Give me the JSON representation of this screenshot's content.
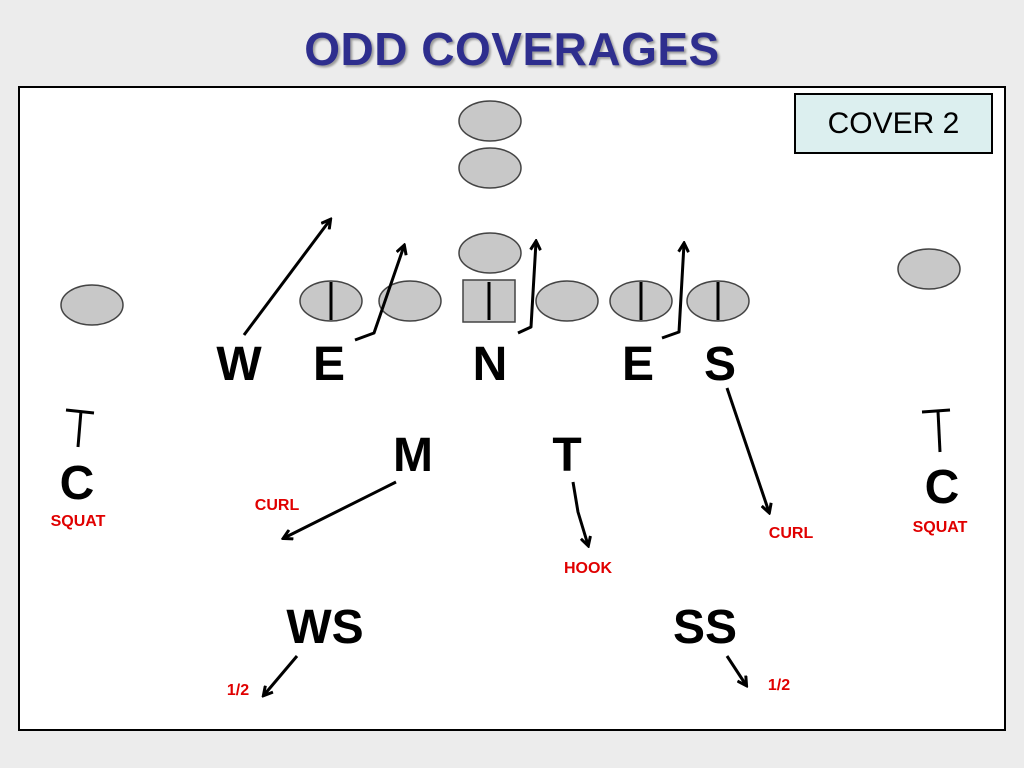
{
  "title": "ODD COVERAGES",
  "coverage_label": "COVER 2",
  "colors": {
    "title": "#2e2e8e",
    "zone_text": "#e00000",
    "offense_fill": "#c8c8c8",
    "label_box": "#dcefef"
  },
  "defenders": {
    "w": "W",
    "e_left": "E",
    "n": "N",
    "e_right": "E",
    "s": "S",
    "m": "M",
    "t": "T",
    "c_left": "C",
    "c_right": "C",
    "ws": "WS",
    "ss": "SS"
  },
  "zones": {
    "curl_left": "CURL",
    "curl_right": "CURL",
    "hook": "HOOK",
    "squat_left": "SQUAT",
    "squat_right": "SQUAT",
    "half_left": "1/2",
    "half_right": "1/2"
  }
}
